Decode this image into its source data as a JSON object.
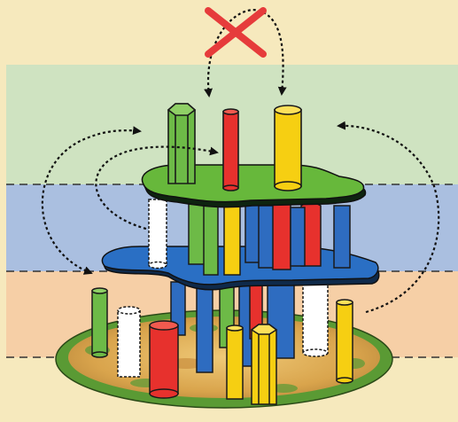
{
  "bands": [
    {
      "name": "upper-tier-zone",
      "color": "#cfe3c1"
    },
    {
      "name": "middle-tier-zone",
      "color": "#aabfe0"
    },
    {
      "name": "lower-tier-zone",
      "color": "#f6cfa6"
    }
  ],
  "background_color": "#f6e9bd",
  "forbidden_marker": {
    "symbol": "cross",
    "color": "#e63b3b"
  },
  "platforms": [
    {
      "name": "upper-platform",
      "color": "#67b83b"
    },
    {
      "name": "middle-platform",
      "color": "#2a6fc4"
    },
    {
      "name": "base-board",
      "color": "#5a9a34",
      "inner_color": "#e3b65c"
    }
  ],
  "stick_colors": {
    "green": "#6dba47",
    "red": "#e7312d",
    "yellow": "#f6cf12",
    "blue": "#2e6cc0",
    "white": "#ffffff"
  }
}
